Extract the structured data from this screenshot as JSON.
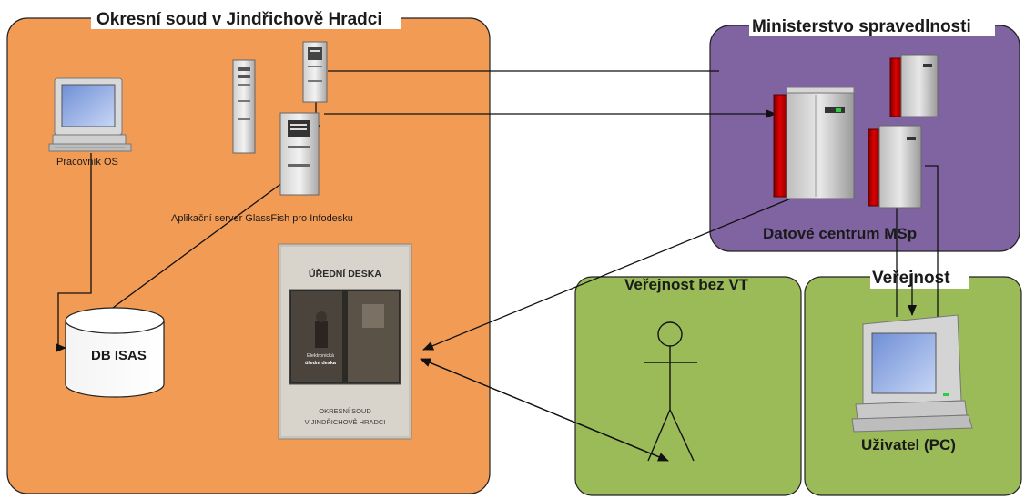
{
  "regions": {
    "court": {
      "title": "Okresní soud v Jindřichově Hradci",
      "color": "#f29b55"
    },
    "ministry": {
      "title": "Ministerstvo spravedlnosti",
      "color": "#8064a2"
    },
    "public_without_it": {
      "title": "Veřejnost bez VT",
      "color": "#9bbb59"
    },
    "public": {
      "title": "Veřejnost",
      "color": "#9bbb59"
    }
  },
  "nodes": {
    "employee": {
      "label": "Pracovník OS",
      "icon": "desktop-computer-icon"
    },
    "app_server": {
      "label": "Aplikační server GlassFish pro Infodesku",
      "icon": "server-tower-icon"
    },
    "database": {
      "label": "DB ISAS",
      "icon": "database-cylinder-icon"
    },
    "data_center": {
      "label": "Datové centrum MSp",
      "icon": "mainframe-icon"
    },
    "user_pc": {
      "label": "Uživatel (PC)",
      "icon": "desktop-computer-icon"
    },
    "person": {
      "icon": "stick-figure-icon"
    }
  },
  "kiosk": {
    "header": "ÚŘEDNÍ DESKA",
    "screen_line1": "Elektronická",
    "screen_line2": "úřední deska",
    "footer_line1": "OKRESNÍ SOUD",
    "footer_line2": "V JINDŘICHOVĚ HRADCI"
  }
}
